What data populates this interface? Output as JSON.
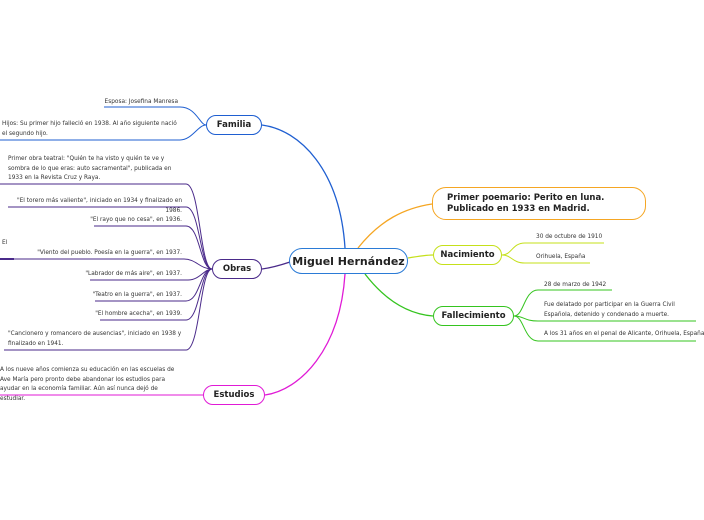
{
  "central": {
    "label": "Miguel Hernández",
    "color": "#2b7bd6"
  },
  "branches": {
    "familia": {
      "label": "Familia",
      "color": "#1f5fd1",
      "items": [
        "Esposa: Josefina Manresa",
        "Hijos: Su primer hijo falleció en 1938. Al año siguiente nació el segundo hijo."
      ]
    },
    "obras": {
      "label": "Obras",
      "color": "#4a2a8a",
      "items": [
        "Primer obra teatral: \"Quién te ha visto y quién te ve y sombra de lo que eras: auto sacramental\", publicada en 1933 en la Revista Cruz y Raya.",
        "\"El torero más valiente\", iniciado en 1934 y finalizado en 1986.",
        "\"El rayo que no cesa\", en 1936.",
        "El",
        "\"Viento del pueblo. Poesía en la guerra\", en 1937.",
        "\"Labrador de más aire\", en 1937.",
        "\"Teatro en la guerra\", en 1937.",
        "\"El hombre acecha\", en 1939.",
        "\"Cancionero y romancero de ausencias\", iniciado en 1938 y finalizado en 1941."
      ]
    },
    "estudios": {
      "label": "Estudios",
      "color": "#e01ad6",
      "items": [
        "A los nueve años comienza su educación en las escuelas de Ave María pero pronto debe abandonar los estudios para ayudar en la economía familiar. Aún así nunca dejó de estudiar."
      ]
    },
    "poemario": {
      "label": "Primer poemario: Perito en luna. Publicado en 1933 en Madrid.",
      "color": "#f5a623"
    },
    "nacimiento": {
      "label": "Nacimiento",
      "color": "#c5e01a",
      "items": [
        "30 de octubre de 1910",
        "Orihuela, España"
      ]
    },
    "fallecimiento": {
      "label": "Fallecimiento",
      "color": "#35c41f",
      "items": [
        "28 de marzo de 1942",
        "Fue delatado por participar en la Guerra Civil Española, detenido y condenado a muerte.",
        "A los 31 años en el penal de Alicante, Orihuela, España"
      ]
    }
  }
}
